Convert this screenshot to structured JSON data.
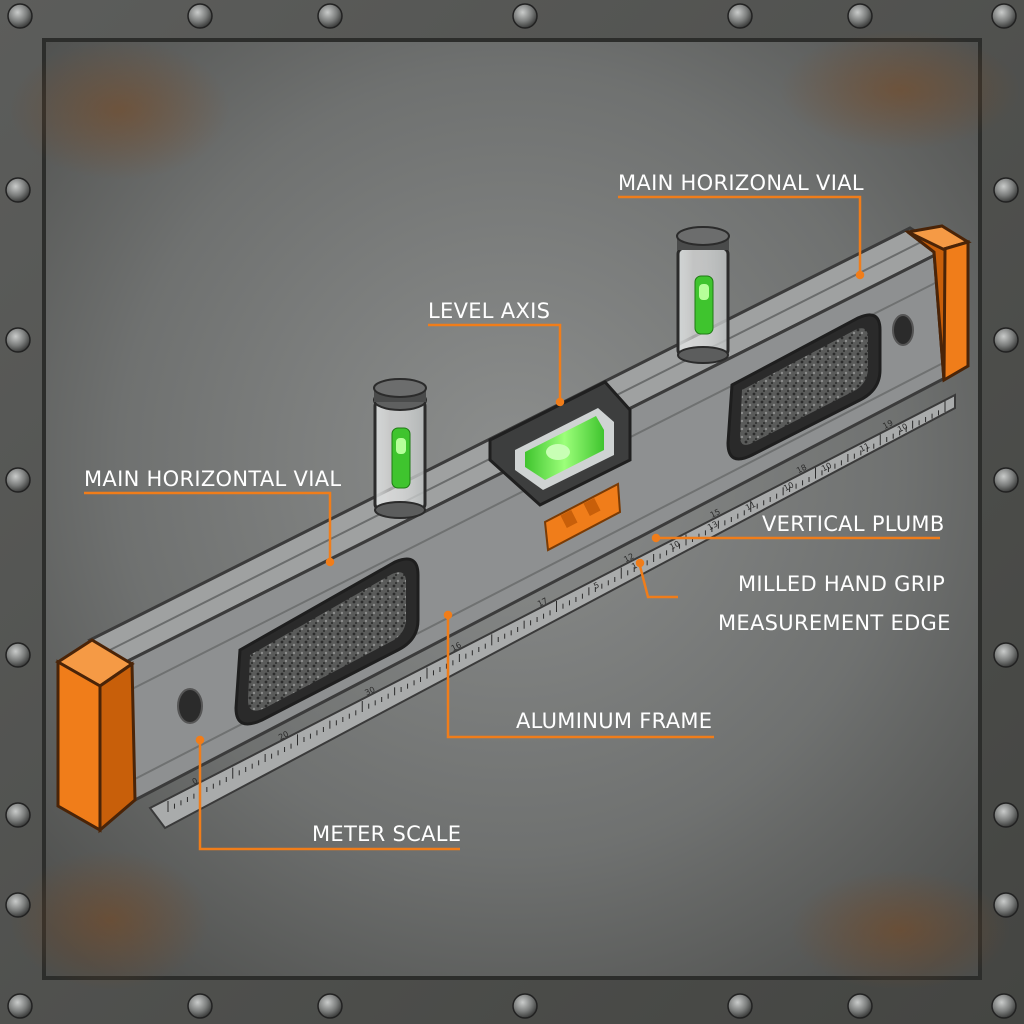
{
  "colors": {
    "accent": "#f07d1a",
    "frame": "#8e9091",
    "plate": "#7d7f7f",
    "vial_liquid": "#7cf25a",
    "label_text": "#ffffff"
  },
  "labels": {
    "main_horizontal_vial_top": "MAIN HORIZONAL VIAL",
    "level_axis": "LEVEL AXIS",
    "main_horizontal_vial_left": "MAIN HORIZONTAL VIAL",
    "vertical_plumb": "VERTICAL PLUMB",
    "milled_hand_grip": "MILLED HAND GRIP",
    "measurement_edge": "MEASUREMENT EDGE",
    "aluminum_frame": "ALUMINUM FRAME",
    "meter_scale": "METER SCALE"
  },
  "ruler": {
    "numbers_lower": [
      "0",
      "20",
      "30",
      "16",
      "17",
      "12",
      "15",
      "18",
      "19"
    ],
    "numbers_upper": [
      "5",
      "10",
      "10",
      "13",
      "11",
      "10",
      "10",
      "11",
      "10"
    ]
  },
  "icons": [
    "rivet-icon",
    "bubble-vial-icon",
    "grip-cutout-icon",
    "hang-hole-icon"
  ]
}
